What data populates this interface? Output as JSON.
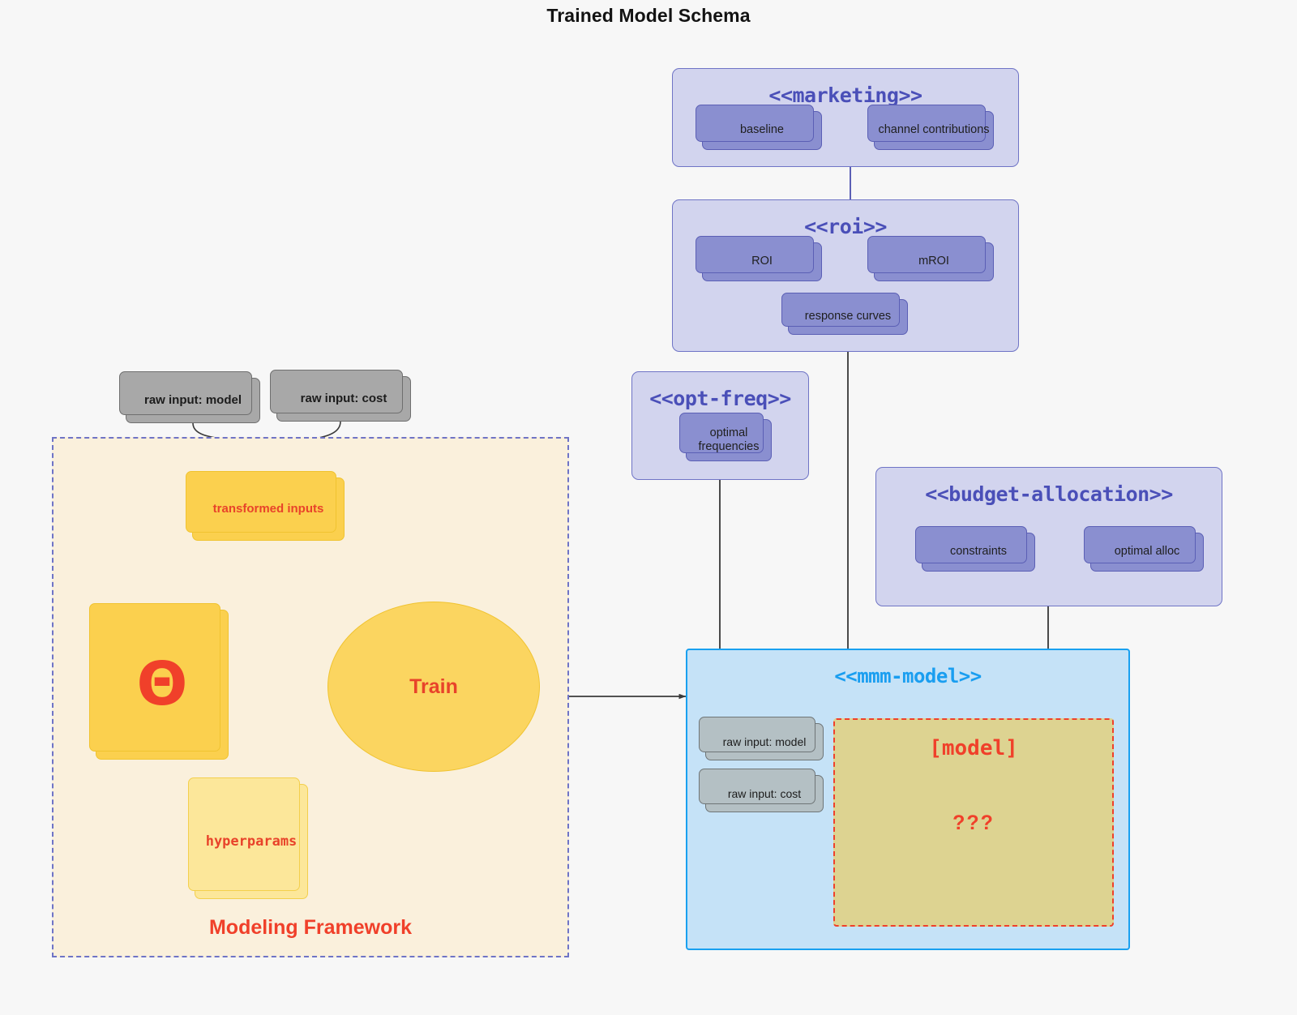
{
  "title": "Trained Model Schema",
  "colors": {
    "background": "#f7f7f7",
    "package_fill": "#d2d4ee",
    "package_border": "#6f74c6",
    "package_title": "#4a4fb8",
    "component_fill": "#8a8fd0",
    "component_border": "#5b5fb5",
    "mmm_fill": "#c5e2f7",
    "mmm_border": "#19a0f0",
    "mmm_title": "#1a9ef0",
    "framework_fill": "#faf0dc",
    "framework_border": "#6f74c6",
    "accent_red": "#f0402a",
    "yellow_fill": "#fbd04e",
    "yellow_pale_fill": "#fce79a",
    "gray_fill": "#a8a8a8",
    "gray_light_fill": "#b4c0c4",
    "model_box_fill": "#ddd391"
  },
  "packages": {
    "marketing": {
      "title": "<<marketing>>",
      "components": [
        {
          "label": "baseline"
        },
        {
          "label": "channel contributions"
        }
      ]
    },
    "roi": {
      "title": "<<roi>>",
      "components": [
        {
          "label": "ROI"
        },
        {
          "label": "mROI"
        },
        {
          "label": "response curves"
        }
      ]
    },
    "opt_freq": {
      "title": "<<opt-freq>>",
      "components": [
        {
          "label": "optimal\nfrequencies",
          "line1": "optimal",
          "line2": "frequencies"
        }
      ]
    },
    "budget_allocation": {
      "title": "<<budget-allocation>>",
      "components": [
        {
          "label": "constraints"
        },
        {
          "label": "optimal alloc"
        }
      ]
    },
    "mmm_model": {
      "title": "<<mmm-model>>",
      "inputs": [
        {
          "label": "raw input: model"
        },
        {
          "label": "raw input: cost"
        }
      ],
      "model_box": {
        "label": "[model]",
        "unknown": "???"
      }
    }
  },
  "framework": {
    "title": "Modeling Framework",
    "raw_inputs": [
      {
        "label": "raw input: model"
      },
      {
        "label": "raw input: cost"
      }
    ],
    "nodes": {
      "transformed_inputs": "transformed inputs",
      "theta": "Θ",
      "hyperparams": "hyperparams",
      "train": "Train"
    }
  }
}
